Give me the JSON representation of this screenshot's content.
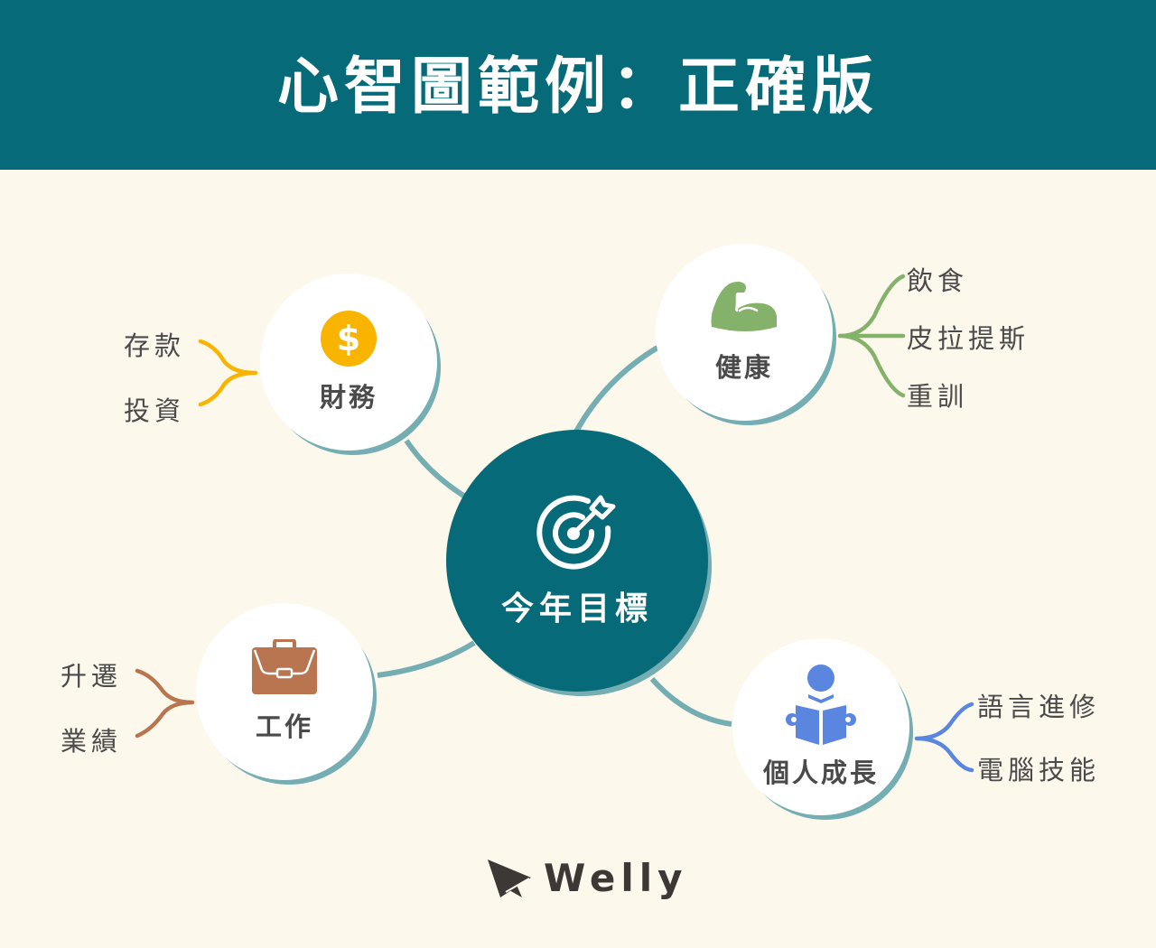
{
  "header": {
    "title": "心智圖範例：正確版",
    "background": "#066a78"
  },
  "center": {
    "label": "今年目標",
    "icon": "target-arrow-icon",
    "color": "#066a78"
  },
  "branches": [
    {
      "id": "finance",
      "label": "財務",
      "icon": "dollar-coin-icon",
      "color": "#f9b400",
      "children": [
        "存款",
        "投資"
      ]
    },
    {
      "id": "health",
      "label": "健康",
      "icon": "flexed-bicep-icon",
      "color": "#85b26a",
      "children": [
        "飲食",
        "皮拉提斯",
        "重訓"
      ]
    },
    {
      "id": "work",
      "label": "工作",
      "icon": "briefcase-icon",
      "color": "#b97550",
      "children": [
        "升遷",
        "業績"
      ]
    },
    {
      "id": "growth",
      "label": "個人成長",
      "icon": "person-reading-icon",
      "color": "#5a86e0",
      "children": [
        "語言進修",
        "電腦技能"
      ]
    }
  ],
  "connector_color": "#74adb2",
  "background": "#fdf8ec",
  "footer": {
    "brand": "Welly",
    "logo": "paper-plane-logo-icon"
  }
}
